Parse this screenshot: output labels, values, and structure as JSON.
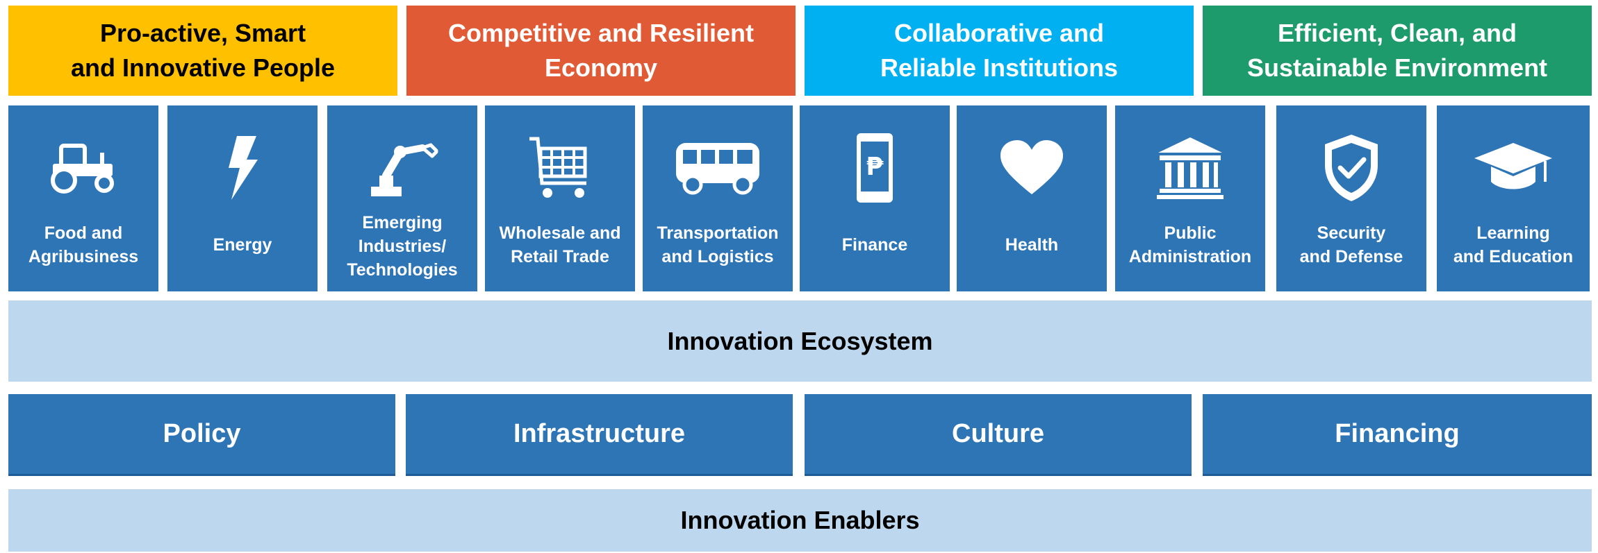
{
  "goals": [
    {
      "label": "Pro-active, Smart\nand Innovative People",
      "bg": "#ffc000",
      "fg": "#000000"
    },
    {
      "label": "Competitive  and Resilient\nEconomy",
      "bg": "#e05a35",
      "fg": "#ffffff"
    },
    {
      "label": "Collaborative and\nReliable Institutions",
      "bg": "#00b0f0",
      "fg": "#ffffff"
    },
    {
      "label": "Efficient, Clean, and\nSustainable Environment",
      "bg": "#1e9b6c",
      "fg": "#ffffff"
    }
  ],
  "sectors": [
    {
      "label": "Food and\nAgribusiness",
      "icon": "tractor-icon"
    },
    {
      "label": "Energy",
      "icon": "lightning-icon"
    },
    {
      "label": "Emerging\nIndustries/\nTechnologies",
      "icon": "robot-arm-icon"
    },
    {
      "label": "Wholesale and\nRetail Trade",
      "icon": "shopping-cart-icon"
    },
    {
      "label": "Transportation\nand Logistics",
      "icon": "bus-icon"
    },
    {
      "label": "Finance",
      "icon": "mobile-peso-icon"
    },
    {
      "label": "Health",
      "icon": "heart-icon"
    },
    {
      "label": "Public\nAdministration",
      "icon": "government-building-icon"
    },
    {
      "label": "Security\nand Defense",
      "icon": "shield-check-icon"
    },
    {
      "label": "Learning\nand Education",
      "icon": "graduation-cap-icon"
    }
  ],
  "ecosystem_label": "Innovation Ecosystem",
  "enablers": [
    "Policy",
    "Infrastructure",
    "Culture",
    "Financing"
  ],
  "enablers_label": "Innovation Enablers",
  "colors": {
    "sector_blue": "#2e75b6",
    "band_light": "#bdd7ee"
  }
}
